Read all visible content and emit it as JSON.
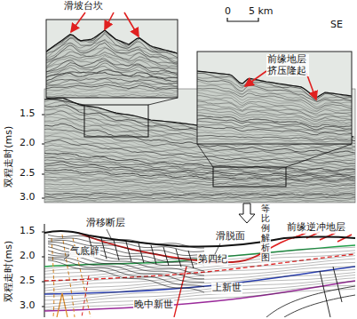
{
  "diagram": {
    "labels": [
      "滑坡台坎",
      "0",
      "5 km",
      "SE",
      "前缘地层挤压隆起",
      "1.5",
      "2.0",
      "2.5",
      "3.0",
      "双程走时(ms)",
      "等比例解析图",
      "1.5",
      "2.0",
      "2.5",
      "3.0",
      "双程走时(ms)",
      "滑移断层",
      "滑脱面",
      "气底辟",
      "第四纪",
      "前缘逆冲地层",
      "上新世",
      "晚中新世"
    ]
  }
}
